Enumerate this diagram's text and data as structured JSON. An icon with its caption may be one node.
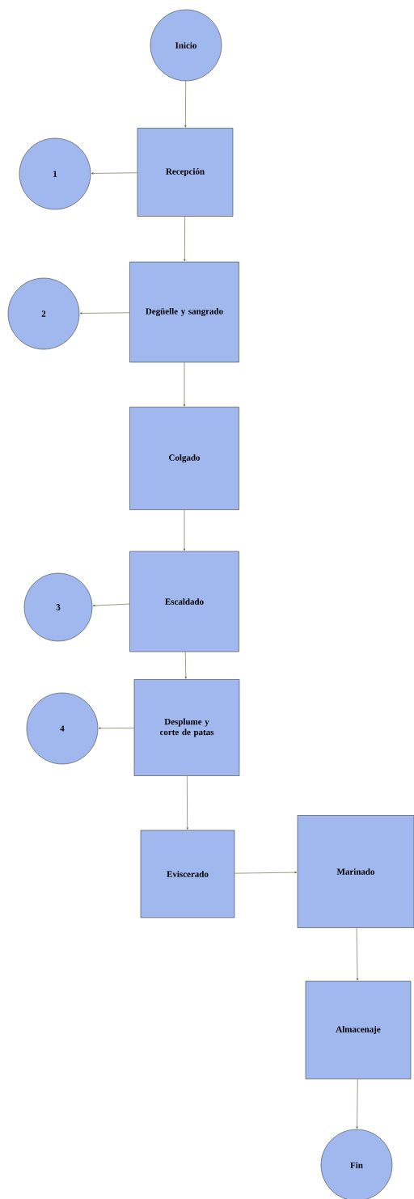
{
  "diagram": {
    "nodes": [
      {
        "text": [
          "Inicio"
        ]
      },
      {
        "text": [
          "Recepción"
        ]
      },
      {
        "text": [
          "1"
        ]
      },
      {
        "text": [
          "Degüelle y sangrado"
        ]
      },
      {
        "text": [
          "2"
        ]
      },
      {
        "text": [
          "Colgado"
        ]
      },
      {
        "text": [
          "Escaldado"
        ]
      },
      {
        "text": [
          "3"
        ]
      },
      {
        "text": [
          "Desplume y corte de patas"
        ]
      },
      {
        "text": [
          "4"
        ]
      },
      {
        "text": [
          "Eviscerado"
        ]
      },
      {
        "text": [
          "Marinado"
        ]
      },
      {
        "text": [
          "Almacenaje"
        ]
      },
      {
        "text": [
          "Fin"
        ]
      }
    ],
    "edges": [
      {
        "from": 0,
        "to": 1,
        "arrow": "to"
      },
      {
        "from": 1,
        "to": 2,
        "arrow": "to"
      },
      {
        "from": 1,
        "to": 3,
        "arrow": "to"
      },
      {
        "from": 3,
        "to": 4,
        "arrow": "to"
      },
      {
        "from": 3,
        "to": 5,
        "arrow": "to"
      },
      {
        "from": 5,
        "to": 6,
        "arrow": "to"
      },
      {
        "from": 6,
        "to": 7,
        "arrow": "to"
      },
      {
        "from": 6,
        "to": 8,
        "arrow": "to"
      },
      {
        "from": 8,
        "to": 9,
        "arrow": "to"
      },
      {
        "from": 8,
        "to": 10,
        "arrow": "to"
      },
      {
        "from": 10,
        "to": 11,
        "arrow": "to"
      },
      {
        "from": 11,
        "to": 12,
        "arrow": "to"
      },
      {
        "from": 12,
        "to": 13,
        "arrow": "to"
      }
    ]
  }
}
